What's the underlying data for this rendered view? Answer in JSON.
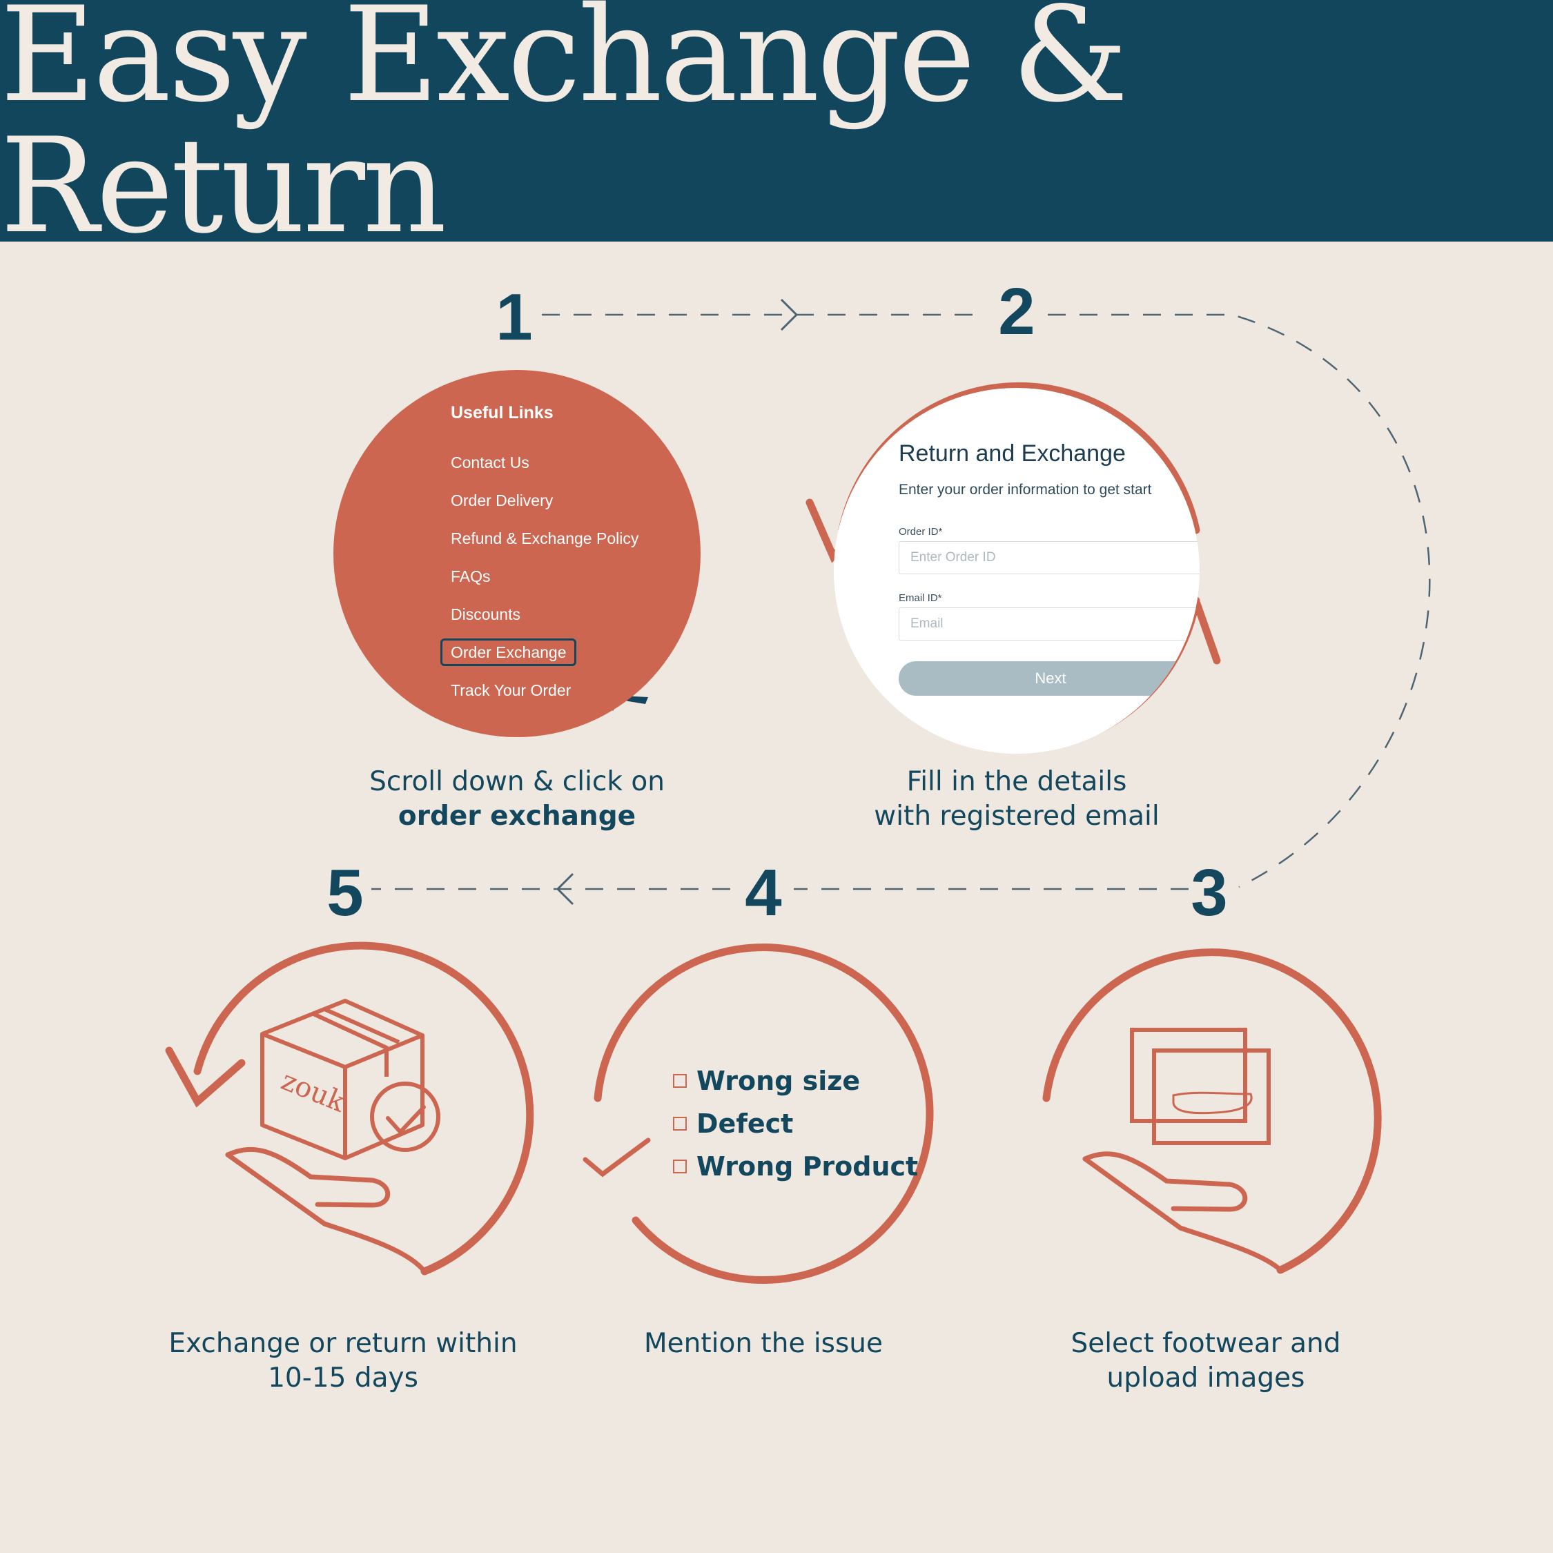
{
  "header": {
    "title": "Easy Exchange & Return"
  },
  "colors": {
    "navy": "#12465d",
    "terracotta": "#cd6650",
    "background": "#efe8e0",
    "cream": "#f1ebe3"
  },
  "steps": [
    {
      "number": "1",
      "caption_line1": "Scroll down & click on",
      "caption_line2": "order exchange"
    },
    {
      "number": "2",
      "caption_line1": "Fill in the details",
      "caption_line2": "with registered email"
    },
    {
      "number": "3",
      "caption_line1": "Select footwear and",
      "caption_line2": "upload images"
    },
    {
      "number": "4",
      "caption_line1": "Mention the issue",
      "caption_line2": ""
    },
    {
      "number": "5",
      "caption_line1": "Exchange or return within",
      "caption_line2": "10-15 days"
    }
  ],
  "useful_links": {
    "title": "Useful Links",
    "items": [
      "Contact Us",
      "Order Delivery",
      "Refund & Exchange Policy",
      "FAQs",
      "Discounts",
      "Order Exchange",
      "Track Your Order"
    ]
  },
  "form": {
    "title": "Return and Exchange",
    "subtitle": "Enter your order information to get start",
    "order_label": "Order ID*",
    "order_placeholder": "Enter Order ID",
    "email_label": "Email ID*",
    "email_placeholder": "Email",
    "next_label": "Next"
  },
  "issues": [
    "Wrong size",
    "Defect",
    "Wrong Product"
  ],
  "box_brand": "zouk",
  "icons": [
    "cursor-arrow-icon",
    "refresh-arrows-icon",
    "photos-icon",
    "hand-icon",
    "checkmark-icon",
    "package-box-icon",
    "check-circle-icon"
  ]
}
